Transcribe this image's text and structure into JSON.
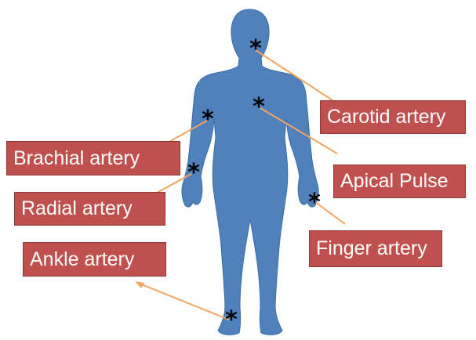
{
  "colors": {
    "body": "#4f81bd",
    "body_outline": "#3a6ea5",
    "label_fill": "#c0504d",
    "label_border": "#8c3836",
    "label_text": "#ffffff",
    "leader_line": "#f4a460",
    "marker": "#000000"
  },
  "marker_symbol": "*",
  "labels": {
    "carotid": "Carotid artery",
    "brachial": "Brachial artery",
    "apical": "Apical Pulse",
    "radial": "Radial artery",
    "finger": "Finger artery",
    "ankle": "Ankle artery"
  }
}
